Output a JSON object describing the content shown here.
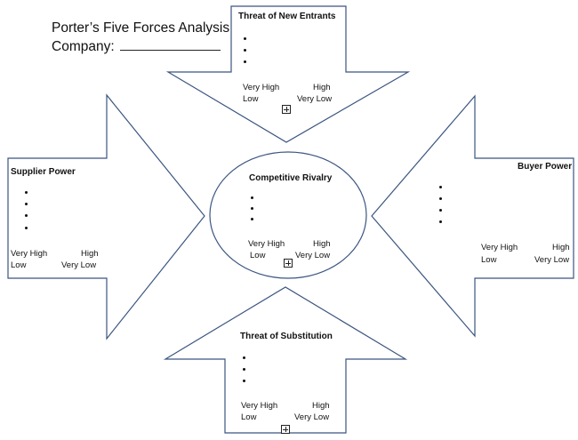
{
  "header": {
    "title": "Porter’s Five Forces Analysis",
    "company_label": "Company:"
  },
  "scale": {
    "very_high": "Very High",
    "high": "High",
    "low": "Low",
    "very_low": "Very Low"
  },
  "forces": {
    "new_entrants": {
      "title": "Threat of New Entrants"
    },
    "supplier": {
      "title": "Supplier Power"
    },
    "rivalry": {
      "title": "Competitive Rivalry"
    },
    "buyer": {
      "title": "Buyer Power"
    },
    "substitution": {
      "title": "Threat of Substitution"
    }
  },
  "colors": {
    "outline": "#3b5580",
    "text": "#111111"
  },
  "icons": {
    "expand": "plus-box-icon",
    "bullet": "bullet-dot"
  }
}
